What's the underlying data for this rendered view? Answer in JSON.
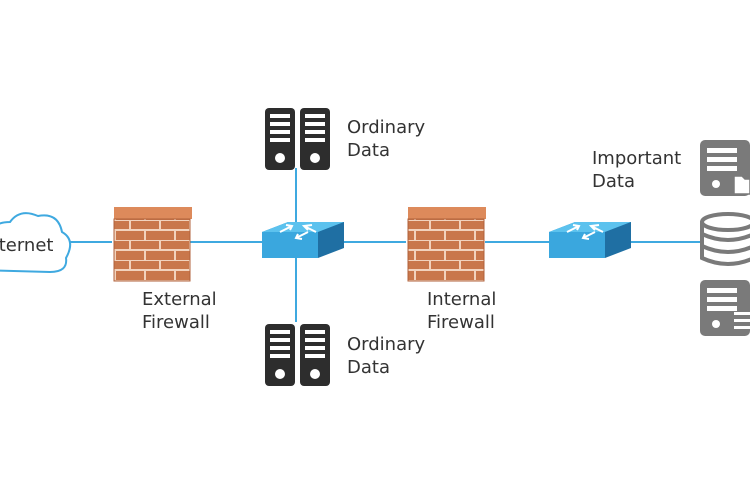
{
  "nodes": {
    "internet": {
      "label": "Internet"
    },
    "external_firewall": {
      "line1": "External",
      "line2": "Firewall"
    },
    "internal_firewall": {
      "line1": "Internal",
      "line2": "Firewall"
    },
    "ordinary_data_top": {
      "line1": "Ordinary",
      "line2": "Data"
    },
    "ordinary_data_bottom": {
      "line1": "Ordinary",
      "line2": "Data"
    },
    "important_data": {
      "line1": "Important",
      "line2": "Data"
    }
  },
  "colors": {
    "link": "#3fa9e0",
    "brick": "#c9774b",
    "mortar": "#f2d3bd",
    "switch_top": "#5cc2ee",
    "switch_side": "#2e8fc8",
    "server_dark": "#2d2d2d",
    "server_gray": "#7a7a7a"
  }
}
